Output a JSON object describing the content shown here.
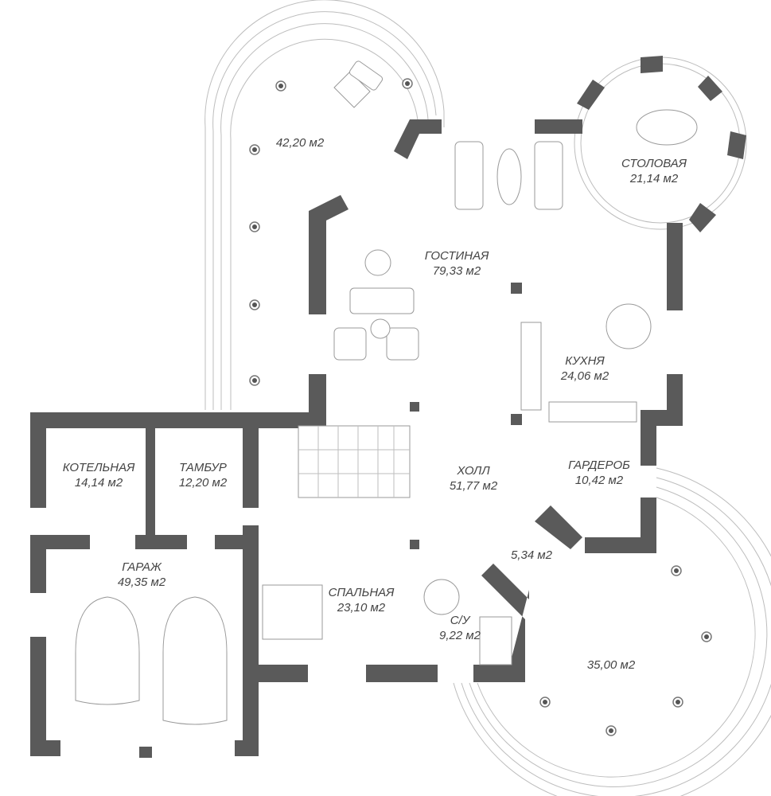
{
  "plan": {
    "rooms": [
      {
        "id": "terrace-top",
        "name": "",
        "area": "42,20 м2"
      },
      {
        "id": "dining",
        "name": "СТОЛОВАЯ",
        "area": "21,14 м2"
      },
      {
        "id": "living",
        "name": "ГОСТИНАЯ",
        "area": "79,33 м2"
      },
      {
        "id": "kitchen",
        "name": "КУХНЯ",
        "area": "24,06 м2"
      },
      {
        "id": "boiler",
        "name": "КОТЕЛЬНАЯ",
        "area": "14,14 м2"
      },
      {
        "id": "vestibule",
        "name": "ТАМБУР",
        "area": "12,20 м2"
      },
      {
        "id": "hall",
        "name": "ХОЛЛ",
        "area": "51,77 м2"
      },
      {
        "id": "wardrobe",
        "name": "ГАРДЕРОБ",
        "area": "10,42 м2"
      },
      {
        "id": "entry",
        "name": "",
        "area": "5,34 м2"
      },
      {
        "id": "garage",
        "name": "ГАРАЖ",
        "area": "49,35 м2"
      },
      {
        "id": "bedroom",
        "name": "СПАЛЬНАЯ",
        "area": "23,10 м2"
      },
      {
        "id": "bathroom",
        "name": "С/У",
        "area": "9,22 м2"
      },
      {
        "id": "terrace-bottom",
        "name": "",
        "area": "35,00 м2"
      }
    ],
    "colors": {
      "wall": "#5a5a5a",
      "line": "#bdbdbd",
      "text": "#444444"
    }
  }
}
